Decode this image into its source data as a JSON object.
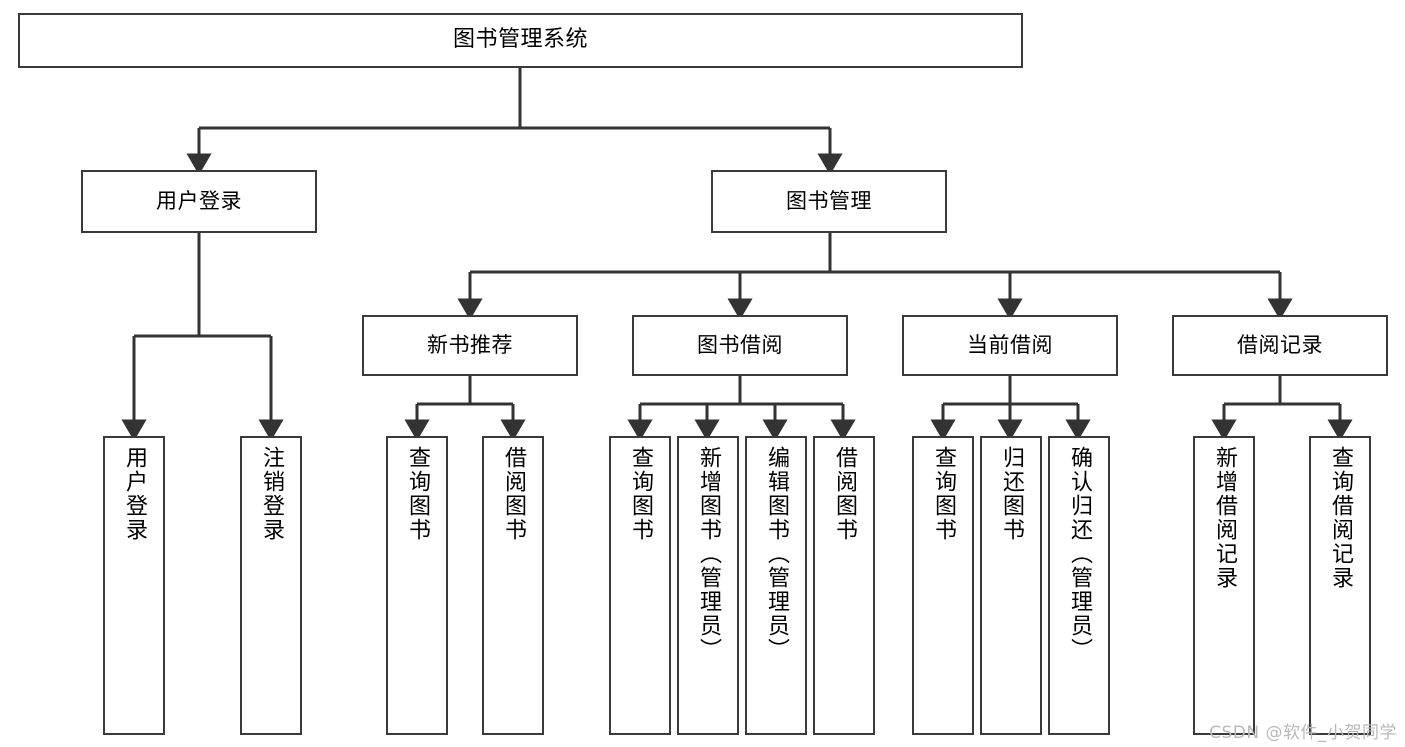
{
  "diagram": {
    "title": "图书管理系统",
    "type": "tree-hierarchy-diagram",
    "root": {
      "id": "root",
      "label": "图书管理系统"
    },
    "level2": [
      {
        "id": "user-login",
        "label": "用户登录"
      },
      {
        "id": "book-manage",
        "label": "图书管理"
      }
    ],
    "level3": [
      {
        "id": "new-book-recommend",
        "label": "新书推荐",
        "parent": "book-manage"
      },
      {
        "id": "book-borrow",
        "label": "图书借阅",
        "parent": "book-manage"
      },
      {
        "id": "current-borrow",
        "label": "当前借阅",
        "parent": "book-manage"
      },
      {
        "id": "borrow-record",
        "label": "借阅记录",
        "parent": "book-manage"
      }
    ],
    "leaves": {
      "user_login": [
        {
          "id": "leaf-user-login",
          "label": "用户登录"
        },
        {
          "id": "leaf-logout",
          "label": "注销登录"
        }
      ],
      "new_book_recommend": [
        {
          "id": "leaf-query-book-1",
          "label": "查询图书"
        },
        {
          "id": "leaf-borrow-book-1",
          "label": "借阅图书"
        }
      ],
      "book_borrow": [
        {
          "id": "leaf-query-book-2",
          "label": "查询图书"
        },
        {
          "id": "leaf-add-book",
          "label": "新增图书（管理员）"
        },
        {
          "id": "leaf-edit-book",
          "label": "编辑图书（管理员）"
        },
        {
          "id": "leaf-borrow-book-2",
          "label": "借阅图书"
        }
      ],
      "current_borrow": [
        {
          "id": "leaf-query-book-3",
          "label": "查询图书"
        },
        {
          "id": "leaf-return-book",
          "label": "归还图书"
        },
        {
          "id": "leaf-confirm-return",
          "label": "确认归还（管理员）"
        }
      ],
      "borrow_record": [
        {
          "id": "leaf-add-record",
          "label": "新增借阅记录"
        },
        {
          "id": "leaf-query-record",
          "label": "查询借阅记录"
        }
      ]
    }
  },
  "watermark": {
    "text": "CSDN @软件_小贺同学"
  },
  "colors": {
    "box_border": "#3a3a3a",
    "box_fill": "#ffffff",
    "connector": "#333333",
    "text": "#000000",
    "watermark": "#b9b9b9",
    "background": "#ffffff"
  }
}
